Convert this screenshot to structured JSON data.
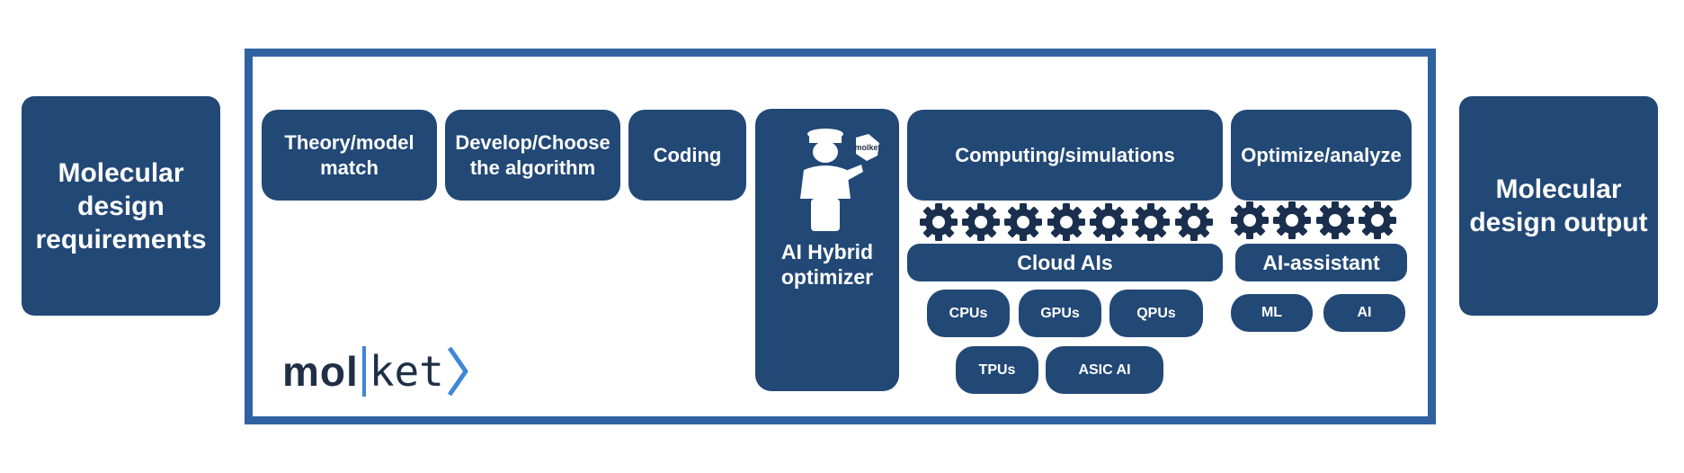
{
  "left_box": "Molecular design requirements",
  "right_box": "Molecular design output",
  "steps": {
    "theory": "Theory/model match",
    "develop": "Develop/Choose the algorithm",
    "coding": "Coding",
    "optimizer": "AI Hybrid optimizer",
    "computing": "Computing/simulations",
    "optimize": "Optimize/analyze"
  },
  "cloud_ais": "Cloud AIs",
  "ai_assistant": "AI-assistant",
  "hardware": [
    "CPUs",
    "GPUs",
    "QPUs",
    "TPUs",
    "ASIC AI"
  ],
  "assistant_types": [
    "ML",
    "AI"
  ],
  "logo": {
    "left": "mol",
    "right": "ket",
    "badge": "molket"
  },
  "colors": {
    "box": "#224876",
    "frame": "#2f62a0",
    "logo_text": "#1f2f45",
    "logo_accent": "#3f86d6"
  },
  "icons": {
    "gear": "gear-icon",
    "pilot": "ai-pilot-figure-icon"
  }
}
